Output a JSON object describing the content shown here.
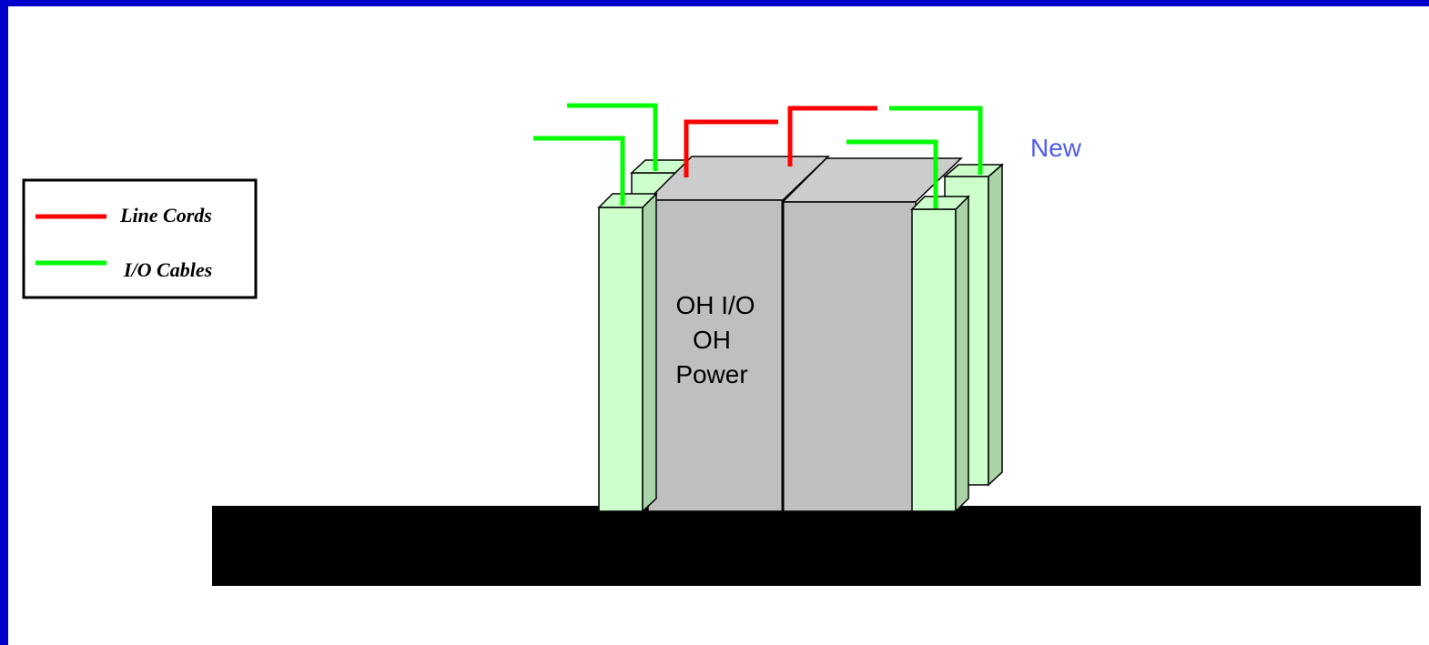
{
  "legend": {
    "line_cords": "Line Cords",
    "io_cables": "I/O Cables"
  },
  "cabinet_label": {
    "line1": "OH I/O",
    "line2": "OH",
    "line3": "Power"
  },
  "new_label": "New",
  "colors": {
    "frame": "#0000cc",
    "line_cord": "#ff0000",
    "io_cable": "#00ff00",
    "rack_front": "#bfbfbf",
    "rack_top": "#cccccc",
    "panel_front": "#ccffcc",
    "panel_side": "#a8d4a8",
    "floor": "#000000",
    "new_text": "#4d5df0"
  }
}
